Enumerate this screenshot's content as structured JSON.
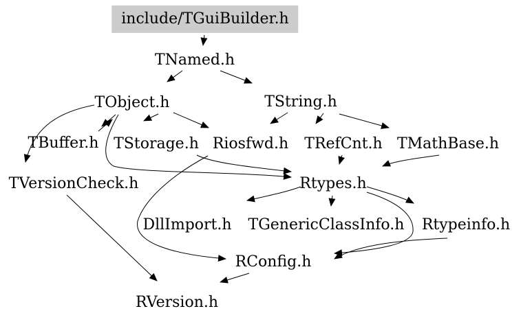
{
  "graph": {
    "type": "include-dependency-graph",
    "nodes": [
      {
        "id": "tguibuilder",
        "label": "include/TGuiBuilder.h",
        "highlighted": true
      },
      {
        "id": "tnamed",
        "label": "TNamed.h"
      },
      {
        "id": "tobject",
        "label": "TObject.h"
      },
      {
        "id": "tstring",
        "label": "TString.h"
      },
      {
        "id": "tbuffer",
        "label": "TBuffer.h"
      },
      {
        "id": "tstorage",
        "label": "TStorage.h"
      },
      {
        "id": "riosfwd",
        "label": "Riosfwd.h"
      },
      {
        "id": "trefcnt",
        "label": "TRefCnt.h"
      },
      {
        "id": "tmathbase",
        "label": "TMathBase.h"
      },
      {
        "id": "tversioncheck",
        "label": "TVersionCheck.h"
      },
      {
        "id": "rtypes",
        "label": "Rtypes.h"
      },
      {
        "id": "dllimport",
        "label": "DllImport.h"
      },
      {
        "id": "tgenericclassinfo",
        "label": "TGenericClassInfo.h"
      },
      {
        "id": "rtypeinfo",
        "label": "Rtypeinfo.h"
      },
      {
        "id": "rconfig",
        "label": "RConfig.h"
      },
      {
        "id": "rversion",
        "label": "RVersion.h"
      }
    ],
    "edges": [
      {
        "from": "tguibuilder",
        "to": "tnamed"
      },
      {
        "from": "tnamed",
        "to": "tobject"
      },
      {
        "from": "tnamed",
        "to": "tstring"
      },
      {
        "from": "tobject",
        "to": "tbuffer"
      },
      {
        "from": "tbuffer",
        "to": "tobject"
      },
      {
        "from": "tobject",
        "to": "tstorage"
      },
      {
        "from": "tobject",
        "to": "riosfwd"
      },
      {
        "from": "tobject",
        "to": "tversioncheck"
      },
      {
        "from": "tobject",
        "to": "rtypes"
      },
      {
        "from": "tstring",
        "to": "riosfwd"
      },
      {
        "from": "tstring",
        "to": "trefcnt"
      },
      {
        "from": "tstring",
        "to": "tmathbase"
      },
      {
        "from": "tstorage",
        "to": "rtypes"
      },
      {
        "from": "riosfwd",
        "to": "rconfig"
      },
      {
        "from": "trefcnt",
        "to": "rtypes"
      },
      {
        "from": "tmathbase",
        "to": "rtypes"
      },
      {
        "from": "tversioncheck",
        "to": "rversion"
      },
      {
        "from": "rtypes",
        "to": "dllimport"
      },
      {
        "from": "rtypes",
        "to": "tgenericclassinfo"
      },
      {
        "from": "rtypes",
        "to": "rtypeinfo"
      },
      {
        "from": "rtypes",
        "to": "rconfig"
      },
      {
        "from": "rtypeinfo",
        "to": "rconfig"
      },
      {
        "from": "rconfig",
        "to": "rversion"
      }
    ]
  },
  "colors": {
    "background": "#ffffff",
    "edge": "#000000",
    "text": "#000000",
    "highlight_bg": "#cccccc"
  }
}
